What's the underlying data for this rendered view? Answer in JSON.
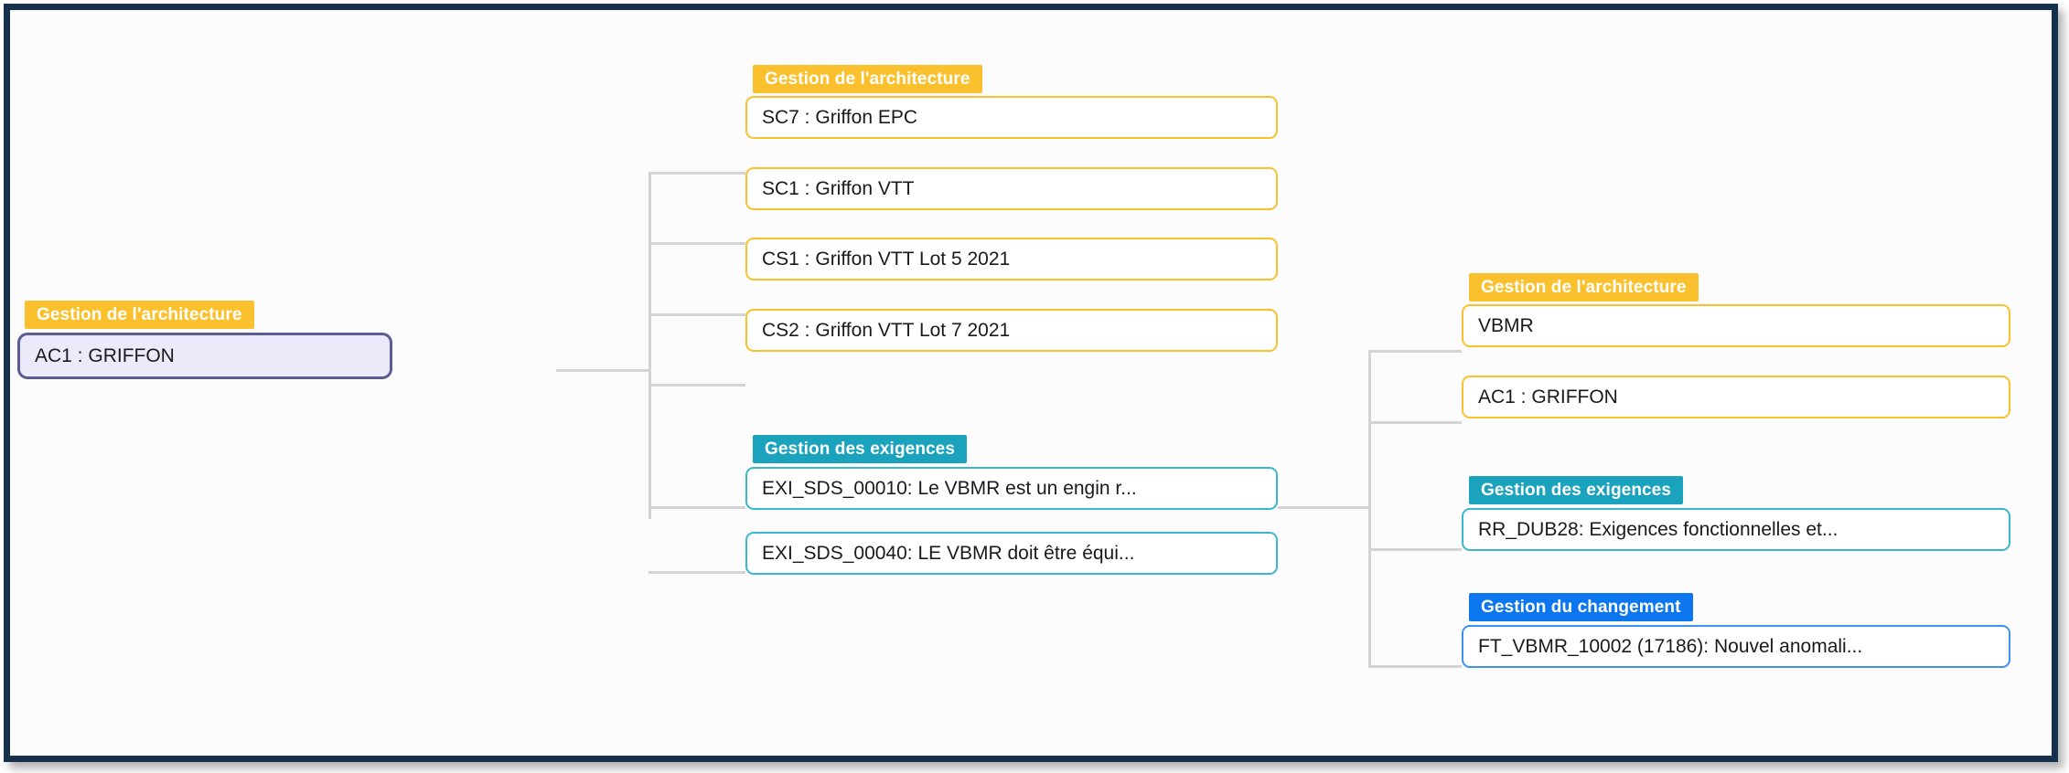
{
  "diagram": {
    "type": "hierarchy-tree",
    "title": "",
    "colors": {
      "category_architecture": "#fbc02d",
      "category_exigences": "#1ba3bd",
      "category_changement": "#0b76ee",
      "root_fill": "#eceafa",
      "root_border": "#5c5c96",
      "connector": "#d3d3d3",
      "canvas_background": "#fcfcfc",
      "frame_border": "#15314b"
    },
    "categories": {
      "architecture": "Gestion de l'architecture",
      "exigences": "Gestion des exigences",
      "changement": "Gestion du changement"
    },
    "columns": [
      {
        "name": "root-column",
        "groups": [
          {
            "category_key": "architecture",
            "category_label": "Gestion de l'architecture",
            "nodes": [
              {
                "label": "AC1 : GRIFFON"
              }
            ]
          }
        ]
      },
      {
        "name": "middle-column",
        "groups": [
          {
            "category_key": "architecture",
            "category_label": "Gestion de l'architecture",
            "nodes": [
              {
                "label": "SC7 : Griffon EPC"
              },
              {
                "label": "SC1 : Griffon VTT"
              },
              {
                "label": "CS1 : Griffon VTT Lot 5 2021"
              },
              {
                "label": "CS2 : Griffon VTT Lot 7 2021"
              }
            ]
          },
          {
            "category_key": "exigences",
            "category_label": "Gestion des exigences",
            "nodes": [
              {
                "label": "EXI_SDS_00010: Le VBMR est un engin r..."
              },
              {
                "label": "EXI_SDS_00040: LE VBMR doit être équi..."
              }
            ]
          }
        ]
      },
      {
        "name": "right-column",
        "groups": [
          {
            "category_key": "architecture",
            "category_label": "Gestion de l'architecture",
            "nodes": [
              {
                "label": "VBMR"
              },
              {
                "label": "AC1 : GRIFFON"
              }
            ]
          },
          {
            "category_key": "exigences",
            "category_label": "Gestion des exigences",
            "nodes": [
              {
                "label": "RR_DUB28: Exigences fonctionnelles et..."
              }
            ]
          },
          {
            "category_key": "changement",
            "category_label": "Gestion du changement",
            "nodes": [
              {
                "label": "FT_VBMR_10002 (17186): Nouvel anomali..."
              }
            ]
          }
        ]
      }
    ]
  }
}
